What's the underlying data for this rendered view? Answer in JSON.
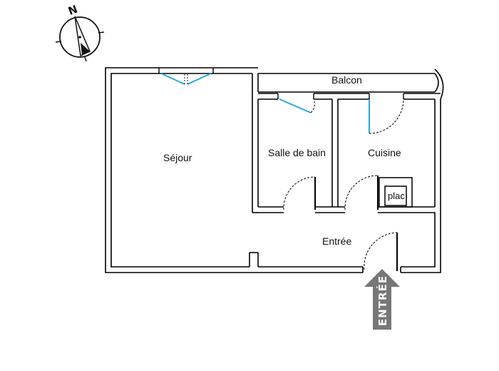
{
  "rooms": {
    "sejour": "Séjour",
    "balcon": "Balcon",
    "salle_de_bain": "Salle de bain",
    "cuisine": "Cuisine",
    "placard": "plac",
    "entree": "Entrée"
  },
  "entrance_arrow": {
    "label": "ENTRÉE"
  },
  "compass": {
    "north_label": "N"
  },
  "colors": {
    "wall": "#000000",
    "window": "#29a7d6",
    "arrow": "#777777",
    "text": "#111111"
  }
}
